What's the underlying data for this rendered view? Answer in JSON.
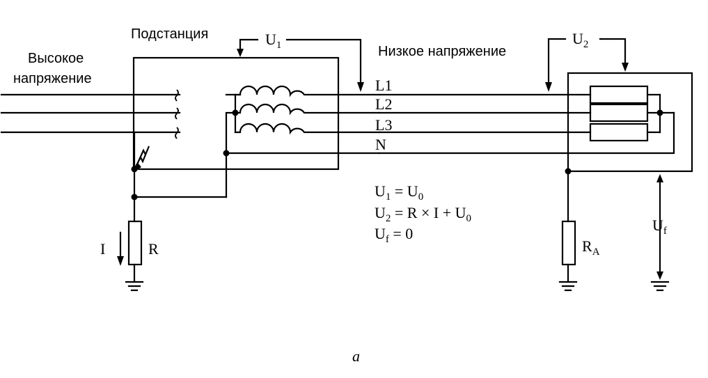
{
  "labels": {
    "high_voltage_line1": "Высокое",
    "high_voltage_line2": "напряжение",
    "substation": "Подстанция",
    "low_voltage": "Низкое напряжение",
    "u1": "U",
    "u1_sub": "1",
    "u2": "U",
    "u2_sub": "2",
    "uf": "U",
    "uf_sub": "f",
    "l1": "L1",
    "l2": "L2",
    "l3": "L3",
    "n": "N",
    "r": "R",
    "ra": "R",
    "ra_sub": "A",
    "current": "I",
    "caption": "a"
  },
  "equations": {
    "eq1": {
      "lhs": "U",
      "lhs_sub": "1",
      "mid": " = U",
      "mid_sub": "0",
      "rhs": ""
    },
    "eq2": {
      "lhs": "U",
      "lhs_sub": "2",
      "mid": " = R × I + U",
      "mid_sub": "0",
      "rhs": ""
    },
    "eq3": {
      "lhs": "U",
      "lhs_sub": "f",
      "mid": " = 0",
      "mid_sub": "",
      "rhs": ""
    }
  }
}
